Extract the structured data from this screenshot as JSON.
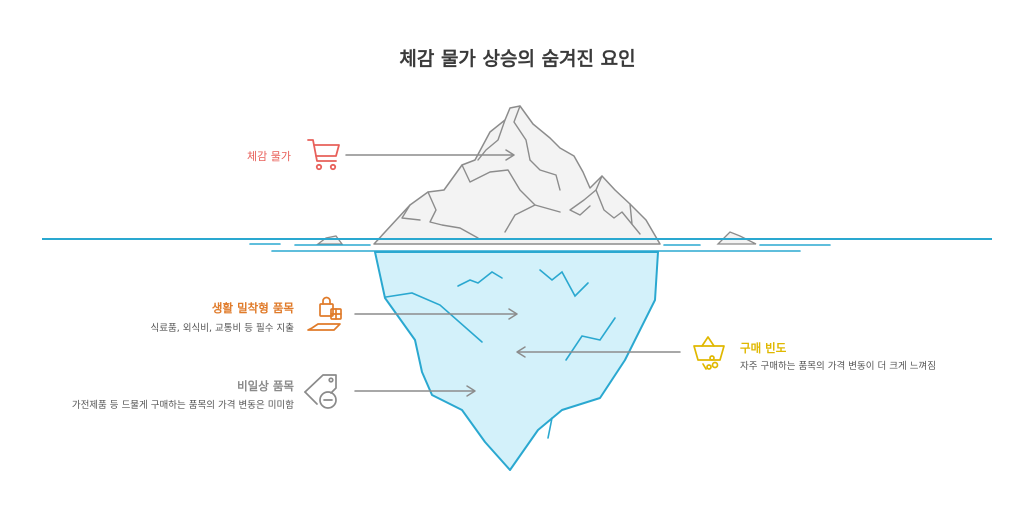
{
  "title": "체감 물가 상승의 숨겨진 요인",
  "items": {
    "perceived": {
      "label": "체감 물가",
      "color": "#e8605a",
      "icon": "shopping-cart-icon"
    },
    "daily": {
      "label": "생활 밀착형 품목",
      "desc": "식료품, 외식비, 교통비 등 필수 지출",
      "color": "#e07b2a",
      "icon": "shopping-bags-icon"
    },
    "frequency": {
      "label": "구매 빈도",
      "desc": "자주 구매하는 품목의 가격 변동이 더 크게 느껴짐",
      "color": "#e0b800",
      "icon": "basket-icon"
    },
    "nondaily": {
      "label": "비일상 품목",
      "desc": "가전제품 등 드물게 구매하는 품목의 가격 변동은 미미함",
      "color": "#8a8a8a",
      "icon": "price-tag-icon"
    }
  },
  "colors": {
    "water": "#2aa8d0",
    "underwater_fill": "#d3f1fa",
    "ice_fill": "#f3f3f3",
    "ice_stroke": "#8c8c8c",
    "arrow": "#8c8c8c"
  }
}
